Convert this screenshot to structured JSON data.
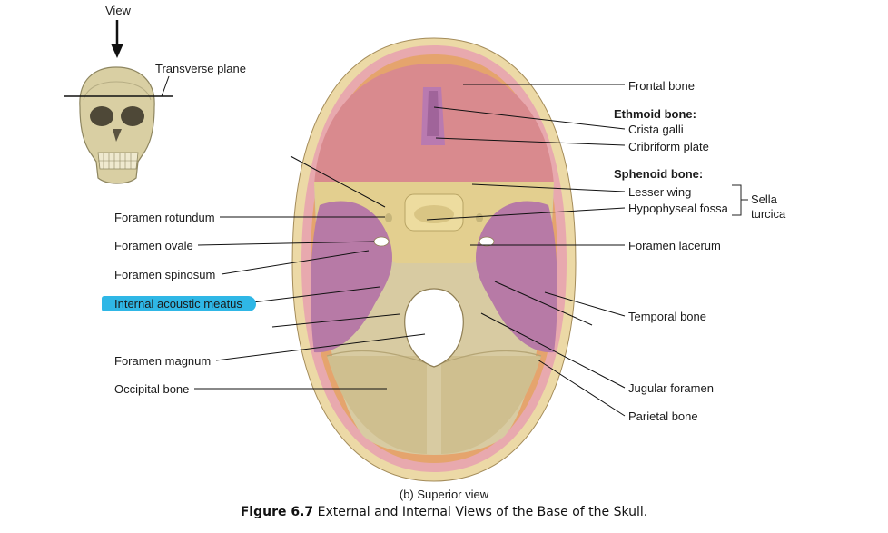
{
  "view_label": "View",
  "transverse_plane_label": "Transverse plane",
  "labels": {
    "frontal_bone": "Frontal bone",
    "ethmoid_bone": "Ethmoid bone:",
    "crista_galli": "Crista galli",
    "cribriform_plate": "Cribriform plate",
    "sphenoid_bone": "Sphenoid bone:",
    "lesser_wing": "Lesser wing",
    "hypophyseal_fossa": "Hypophyseal fossa",
    "sella_turcica": "Sella turcica",
    "foramen_lacerum": "Foramen lacerum",
    "temporal_bone": "Temporal bone",
    "jugular_foramen": "Jugular foramen",
    "parietal_bone": "Parietal bone",
    "foramen_rotundum": "Foramen rotundum",
    "foramen_ovale": "Foramen ovale",
    "foramen_spinosum": "Foramen spinosum",
    "internal_acoustic_meatus": "Internal acoustic meatus",
    "foramen_magnum": "Foramen magnum",
    "occipital_bone": "Occipital bone"
  },
  "subcaption": "(b) Superior view",
  "caption": {
    "figure_number": "Figure 6.7",
    "title": "External and Internal Views of the Base of the Skull."
  },
  "colors": {
    "highlight": "#2fb7e6",
    "frontal": "#d98a8a",
    "ethmoid": "#b97ab0",
    "sphenoid": "#e3cf8f",
    "temporal": "#b77aa6",
    "occipital": "#d8c89a",
    "parietal_rim": "#e8a86e",
    "outer_rim": "#e9a0a8"
  }
}
